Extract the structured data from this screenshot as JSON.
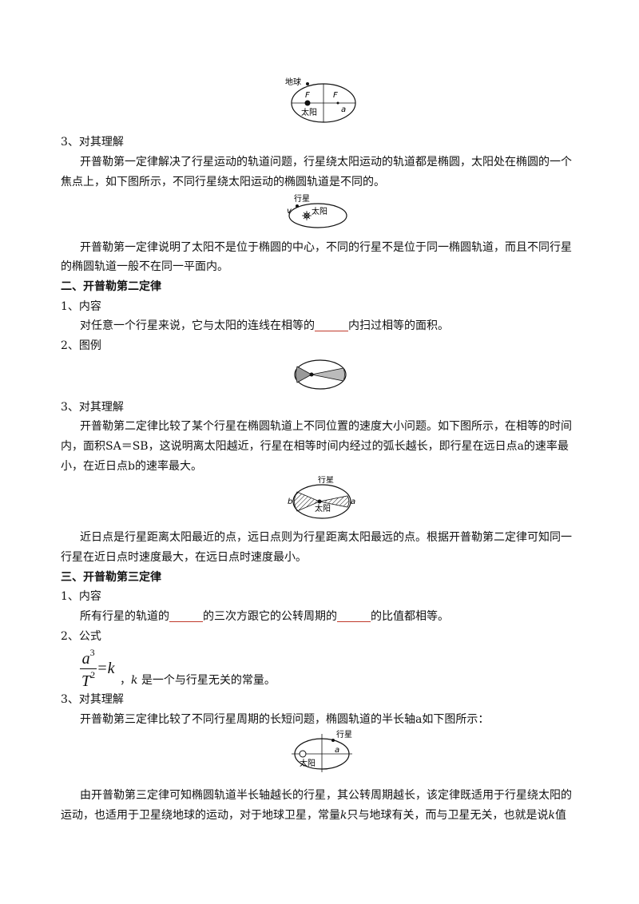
{
  "figure1": {
    "earth": "地球",
    "sun": "太阳",
    "f1": "F",
    "f2": "F",
    "a": "a"
  },
  "law1": {
    "understanding_heading": "3、对其理解",
    "p1_line1": "开普勒第一定律解决了行星运动的轨道问题，行星绕太阳运动的轨道都是椭圆，太阳处在椭圆的一个",
    "p1_line2": "焦点上，如下图所示，不同行星绕太阳运动的椭圆轨道是不同的。",
    "fig": {
      "planet": "行星",
      "sun": "太阳",
      "v": "v"
    },
    "p2_line1": "开普勒第一定律说明了太阳不是位于椭圆的中心，不同的行星不是位于同一椭圆轨道，而且不同行星",
    "p2_line2": "的椭圆轨道一般不在同一平面内。"
  },
  "law2": {
    "title": "二、开普勒第二定律",
    "content_heading": "1、内容",
    "content_before": "对任意一个行星来说，它与太阳的连线在相等的",
    "content_after": "内扫过相等的面积。",
    "example_heading": "2、图例",
    "understanding_heading": "3、对其理解",
    "p1_line1": "开普勒第二定律比较了某个行星在椭圆轨道上不同位置的速度大小问题。如下图所示，在相等的时间",
    "p1_line2": "内，面积SA＝SB，这说明离太阳越近，行星在相等时间内经过的弧长越长，即行星在远日点a的速率最",
    "p1_line3": "小，在近日点b的速率最大。",
    "fig": {
      "planet": "行星",
      "sun": "太阳",
      "a": "a",
      "b": "b"
    },
    "p2_line1": "近日点是行星距离太阳最近的点，远日点则为行星距离太阳最远的点。根据开普勒第二定律可知同一",
    "p2_line2": "行星在近日点时速度最大，在远日点时速度最小。"
  },
  "law3": {
    "title": "三、开普勒第三定律",
    "content_heading": "1、内容",
    "content_part1": "所有行星的轨道的",
    "content_part2": "的三次方跟它的公转周期的",
    "content_part3": "的比值都相等。",
    "formula_heading": "2、公式",
    "formula_num": "a",
    "formula_num_exp": "3",
    "formula_den": "T",
    "formula_den_exp": "2",
    "formula_rhs": "=k",
    "formula_note_k": "k",
    "formula_note": "是一个与行星无关的常量。",
    "understanding_heading": "3、对其理解",
    "p1": "开普勒第三定律比较了不同行星周期的长短问题，椭圆轨道的半长轴a如下图所示：",
    "fig": {
      "planet": "行星",
      "sun": "太阳",
      "a": "a"
    },
    "p2_line1_a": "由开普勒第三定律可知椭圆轨道半长轴越长的行星，其公转周期越长，该定律既适用于行星绕太阳的",
    "p2_line2_a": "运动，也适用于卫星绕地球的运动，对于地球卫星，常量",
    "p2_line2_k1": "k",
    "p2_line2_b": "只与地球有关，而与卫星无关，也就是说",
    "p2_line2_k2": "k",
    "p2_line2_c": "值"
  }
}
